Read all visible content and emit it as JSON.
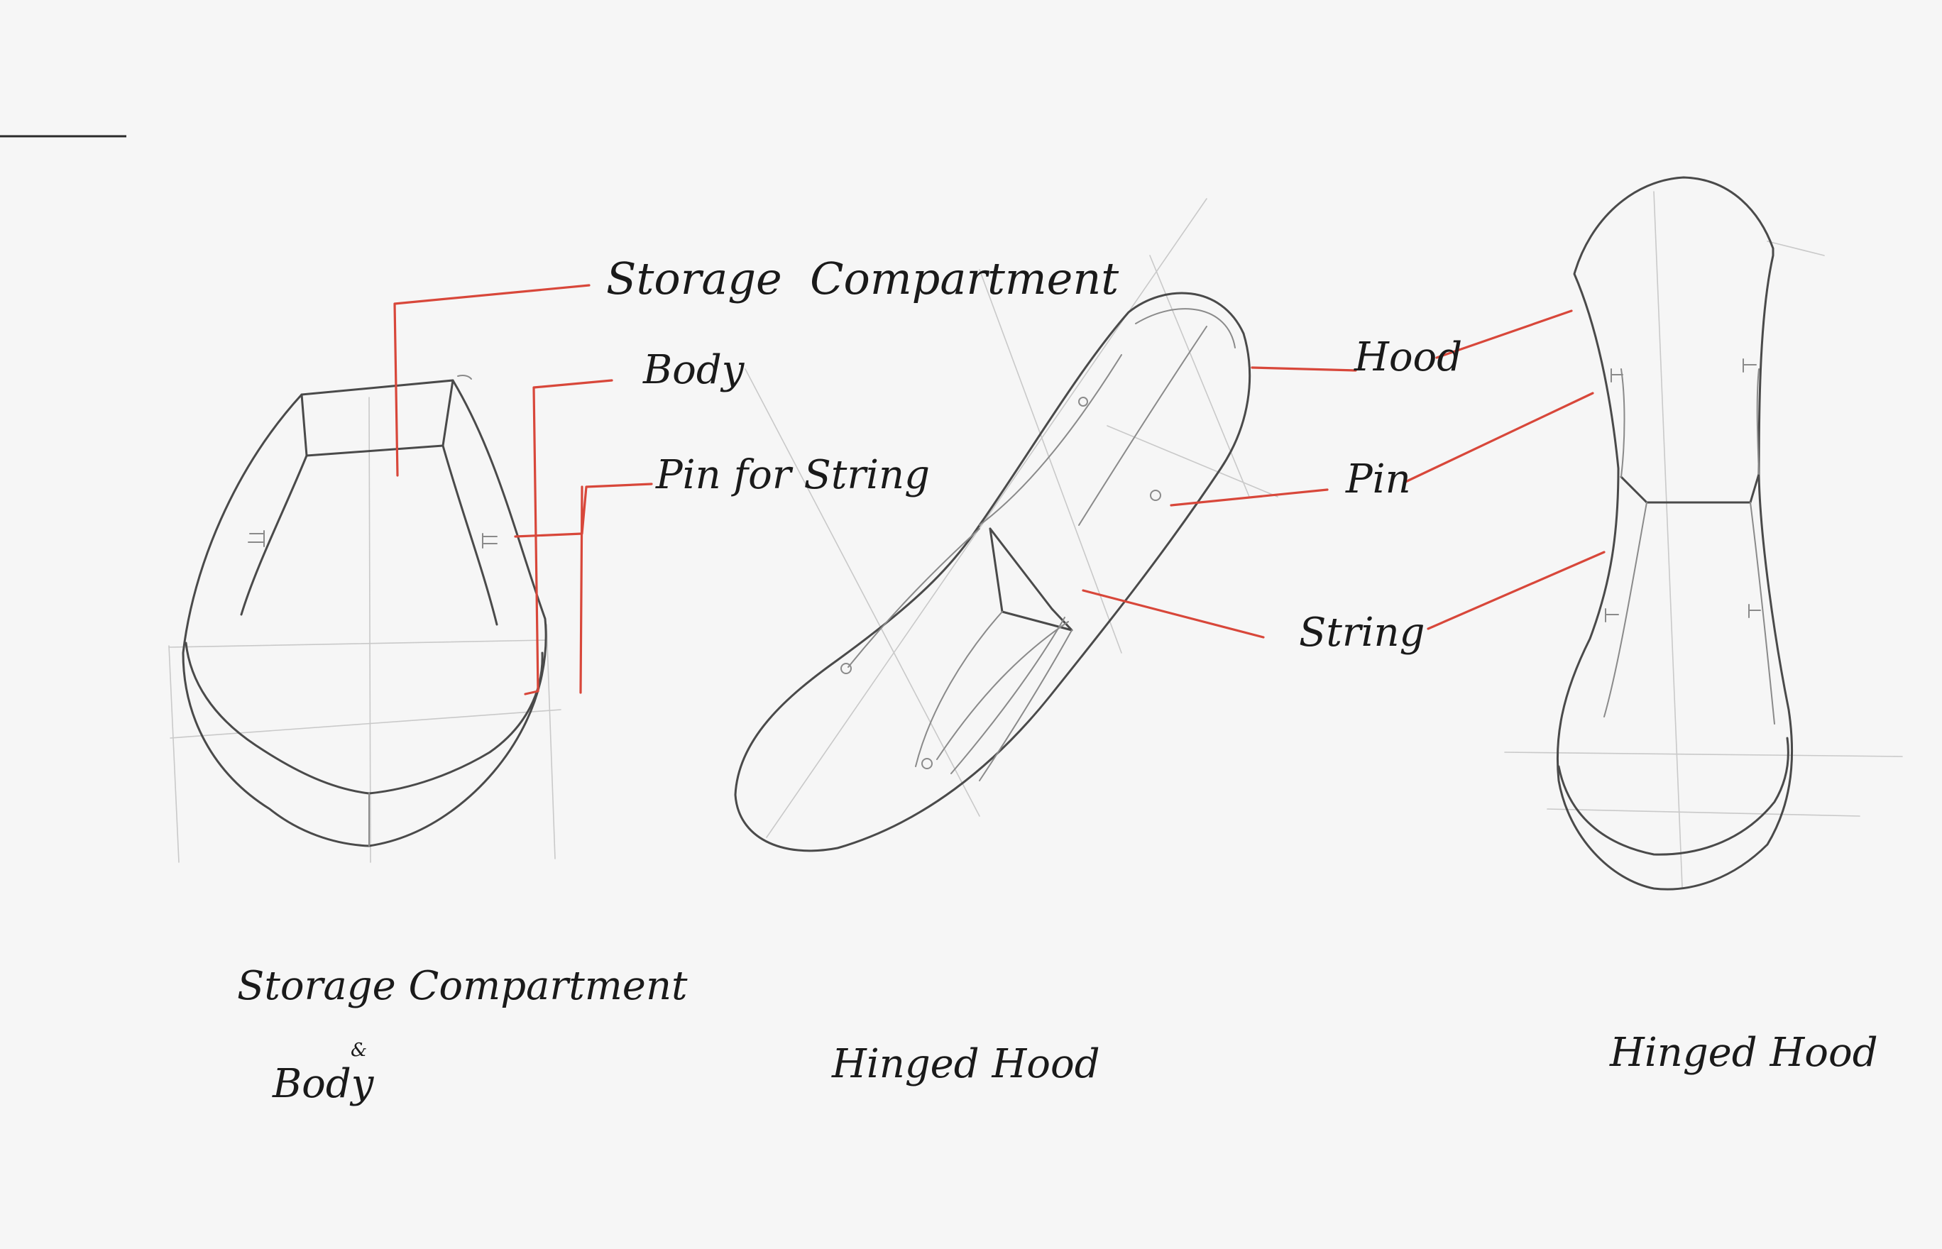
{
  "colors": {
    "paper": "#f6f6f6",
    "pencil": "#4a4a4a",
    "construction": "#c9c9c9",
    "leader": "#d8473a",
    "ink": "#1a1a1a"
  },
  "callouts": {
    "storage_compartment": "Storage  Compartment",
    "body": "Body",
    "pin_for_string": "Pin for String",
    "hood": "Hood",
    "pin": "Pin",
    "string": "String"
  },
  "captions": {
    "left_line1": "Storage Compartment",
    "left_amp": "&",
    "left_line2": "Body",
    "middle": "Hinged Hood",
    "right": "Hinged Hood"
  }
}
